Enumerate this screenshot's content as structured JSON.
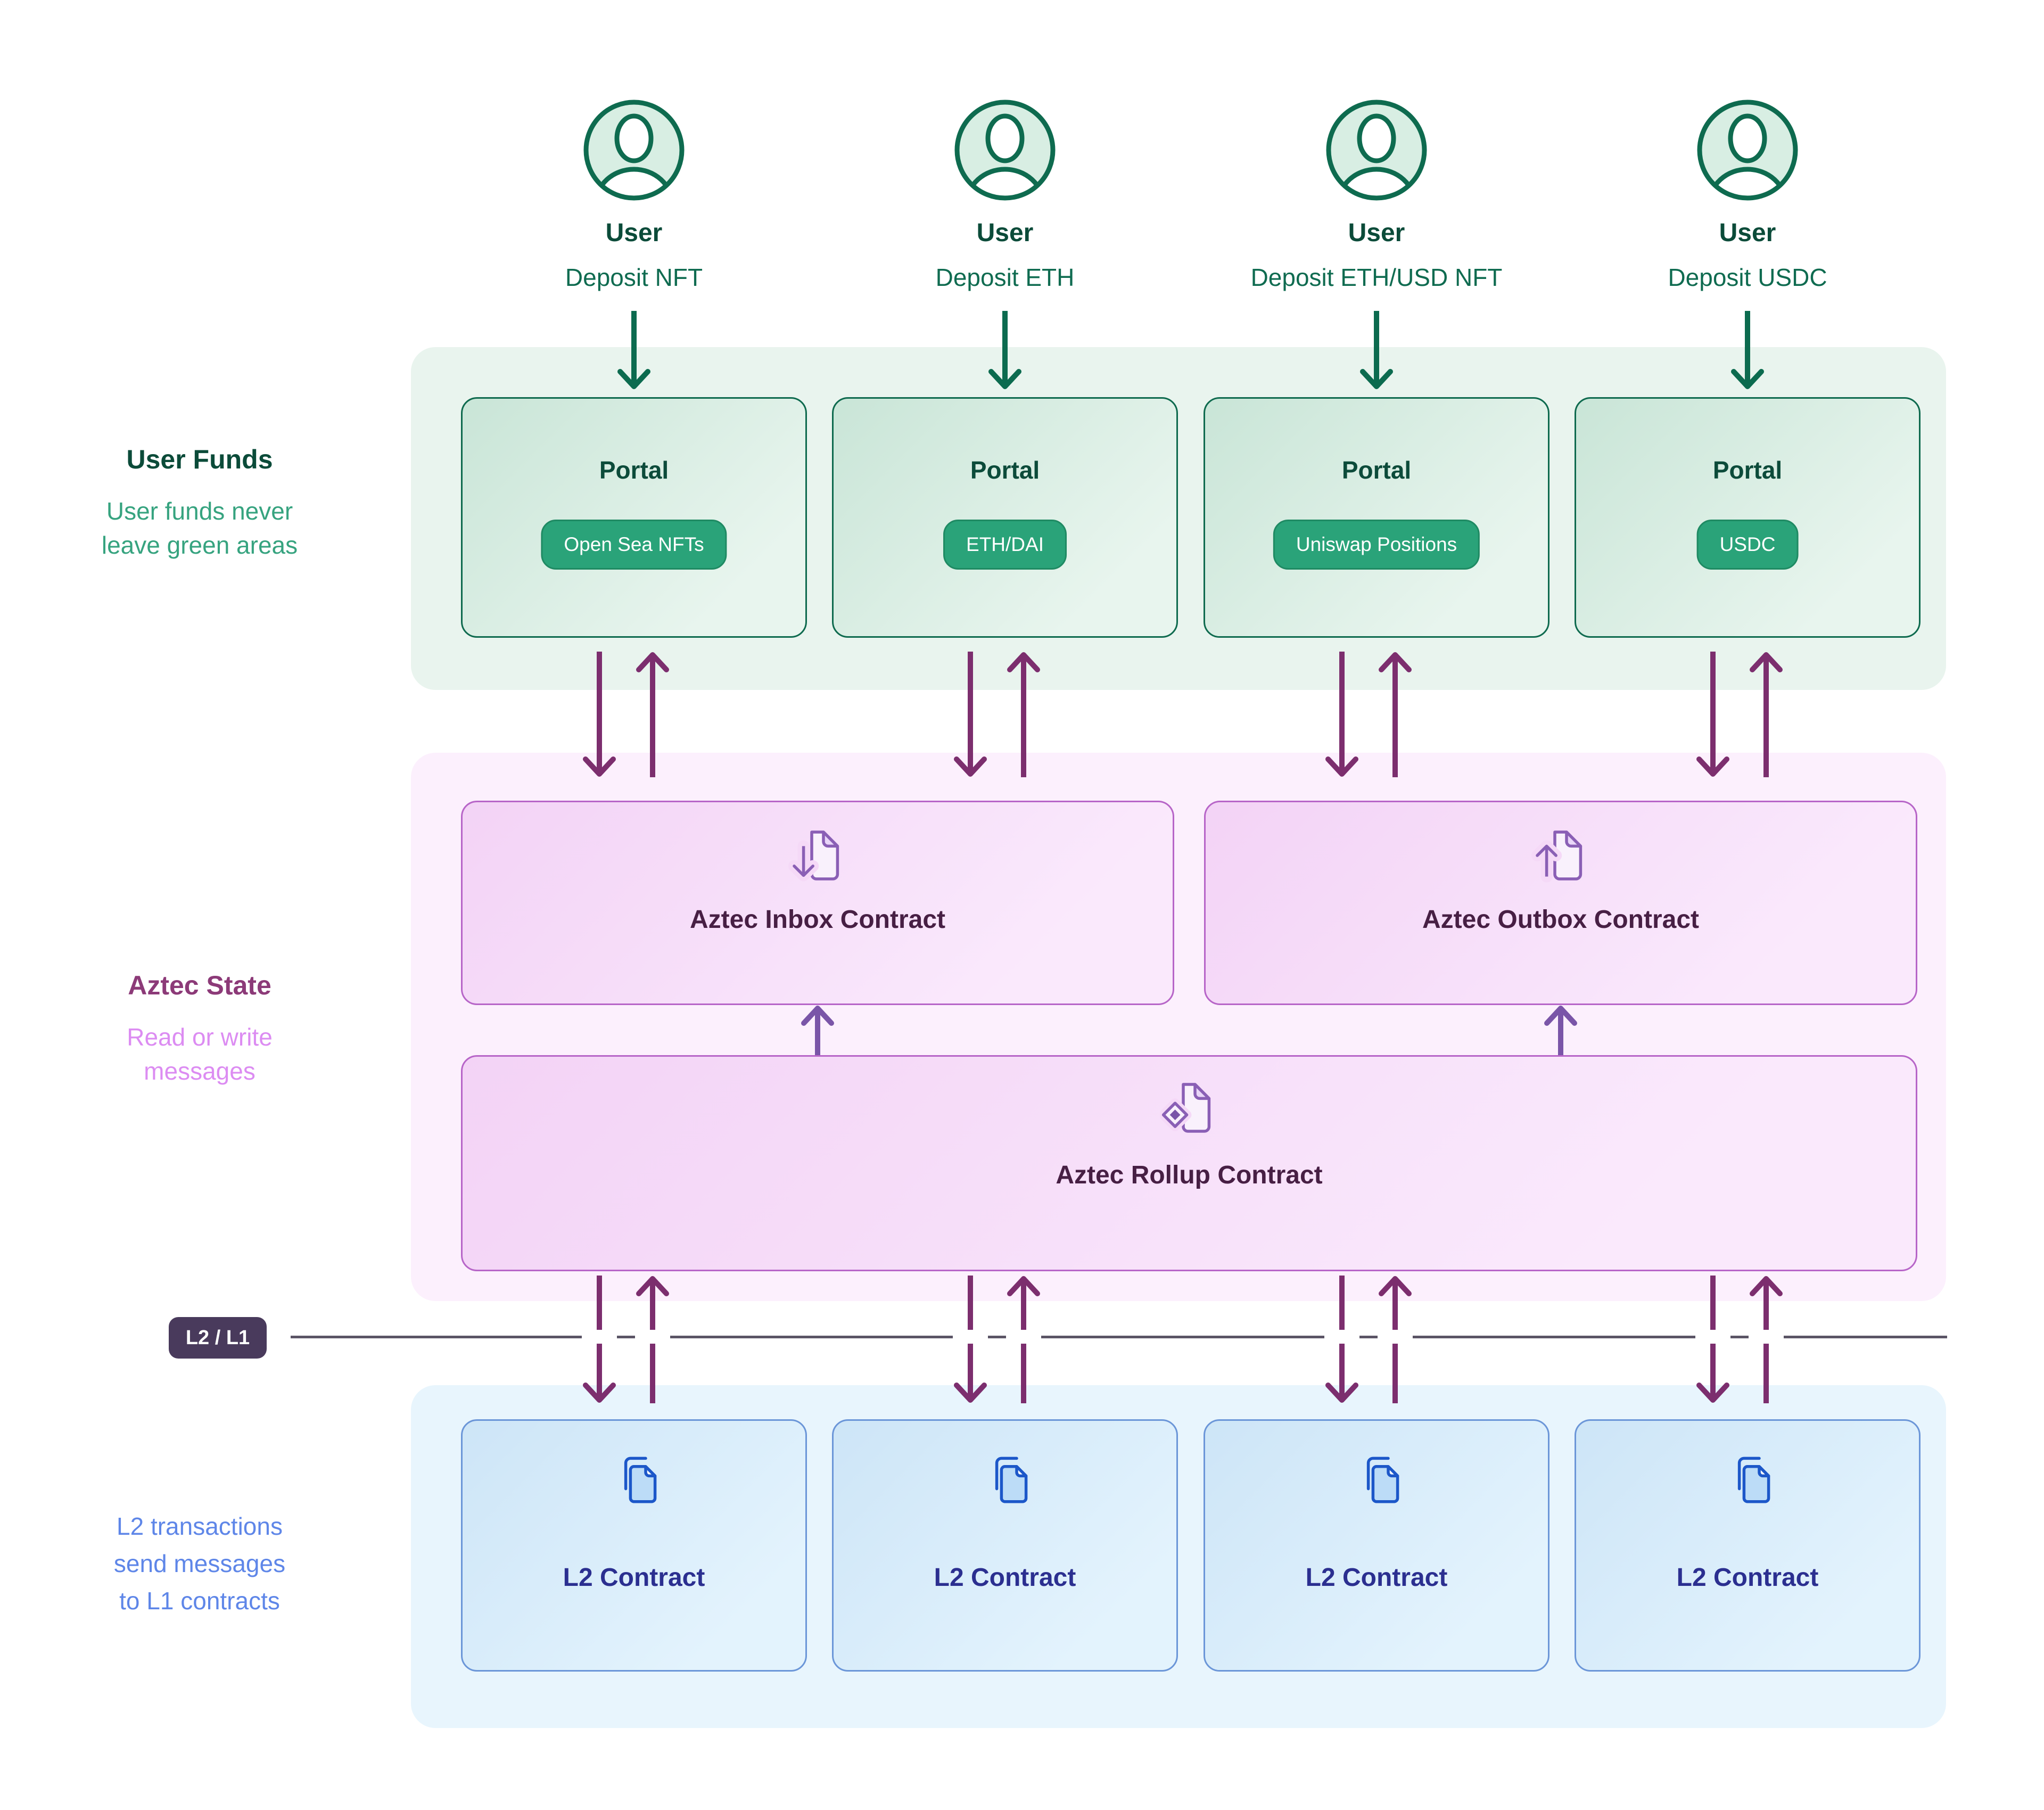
{
  "users": [
    {
      "label": "User",
      "deposit": "Deposit NFT"
    },
    {
      "label": "User",
      "deposit": "Deposit ETH"
    },
    {
      "label": "User",
      "deposit": "Deposit ETH/USD NFT"
    },
    {
      "label": "User",
      "deposit": "Deposit USDC"
    }
  ],
  "portals": [
    {
      "title": "Portal",
      "badge": "Open Sea NFTs"
    },
    {
      "title": "Portal",
      "badge": "ETH/DAI"
    },
    {
      "title": "Portal",
      "badge": "Uniswap Positions"
    },
    {
      "title": "Portal",
      "badge": "USDC"
    }
  ],
  "contracts": {
    "inbox": "Aztec Inbox Contract",
    "outbox": "Aztec Outbox Contract",
    "rollup": "Aztec Rollup Contract"
  },
  "l2_boxes": [
    {
      "title": "L2 Contract"
    },
    {
      "title": "L2 Contract"
    },
    {
      "title": "L2 Contract"
    },
    {
      "title": "L2 Contract"
    }
  ],
  "side_labels": {
    "user_funds": {
      "title": "User Funds",
      "line1": "User funds never",
      "line2": "leave green areas"
    },
    "aztec_state": {
      "title": "Aztec State",
      "line1": "Read or write",
      "line2": "messages"
    },
    "l2_note": {
      "line1": "L2 transactions",
      "line2": "send messages",
      "line3": "to L1 contracts"
    }
  },
  "divider": {
    "label": "L2 / L1"
  },
  "icons": {
    "user": "user-avatar-icon",
    "inbox": "file-download-icon",
    "outbox": "file-upload-icon",
    "rollup": "rollup-document-icon",
    "l2": "copy-document-icon"
  },
  "colors": {
    "green_border": "#0e6a4e",
    "green_text_dark": "#0c4b3a",
    "green_text_mid": "#36a37f",
    "badge_green": "#2aa379",
    "plum_arrow": "#7c2e6e",
    "violet_arrow": "#7a55a8",
    "purple_border": "#b765c8",
    "purple_title": "#471f44",
    "magenta_title": "#8c3a78",
    "orchid_text": "#dc8cf2",
    "navy_title": "#2b2f90",
    "blue_border": "#6b96d8",
    "blue_text": "#5e86e8",
    "divider_badge_bg": "#493a5c",
    "divider_line": "#5b5566"
  }
}
